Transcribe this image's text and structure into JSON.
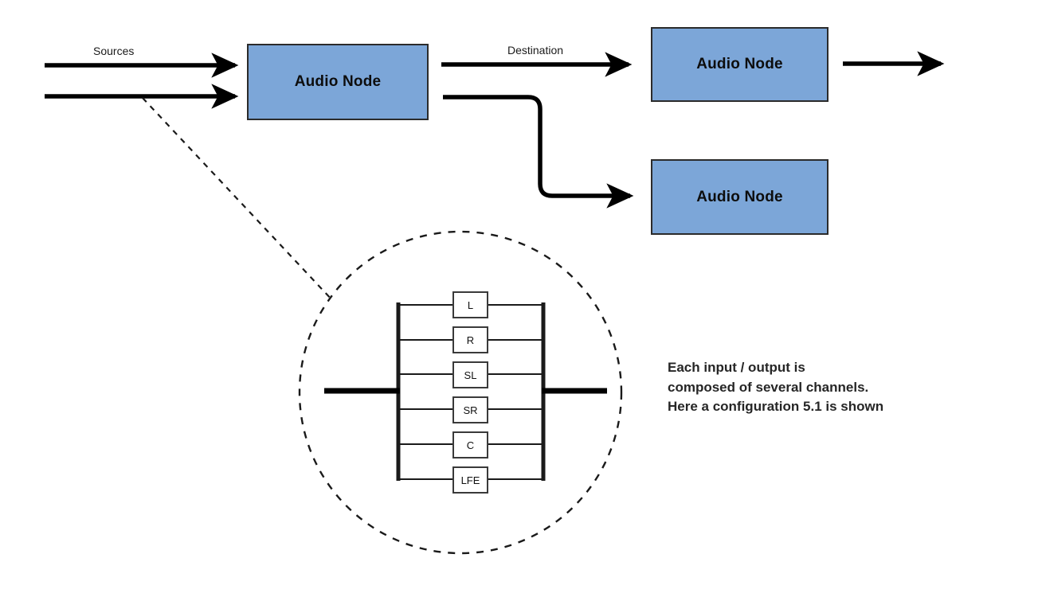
{
  "diagram": {
    "title": "Audio node routing with 5.1 channel detail",
    "colors": {
      "node_fill": "#7CA6D8",
      "node_stroke": "#2b2b2b",
      "line": "#000000",
      "text": "#262626"
    },
    "nodes": [
      {
        "id": "node-main",
        "label": "Audio Node"
      },
      {
        "id": "node-top-right",
        "label": "Audio Node"
      },
      {
        "id": "node-bottom-right",
        "label": "Audio Node"
      }
    ],
    "flow_labels": [
      {
        "id": "sources-label",
        "text": "Sources"
      },
      {
        "id": "destination-label",
        "text": "Destination"
      }
    ],
    "note": {
      "line1": "Each input / output is",
      "line2": "composed of several channels.",
      "line3": "Here a configuration 5.1 is shown",
      "full": "Each input / output is\ncomposed of several channels.\nHere a configuration 5.1 is shown"
    },
    "channel_detail": {
      "configuration": "5.1",
      "channels": [
        {
          "code": "L"
        },
        {
          "code": "R"
        },
        {
          "code": "SL"
        },
        {
          "code": "SR"
        },
        {
          "code": "C"
        },
        {
          "code": "LFE"
        }
      ]
    },
    "connectors": [
      {
        "id": "source-arrow-top",
        "kind": "arrow-right"
      },
      {
        "id": "source-arrow-bottom",
        "kind": "arrow-right"
      },
      {
        "id": "destination-arrow",
        "kind": "arrow-right"
      },
      {
        "id": "branch-elbow-arrow",
        "kind": "elbow-arrow-down-right"
      },
      {
        "id": "output-arrow",
        "kind": "arrow-right"
      },
      {
        "id": "callout-line",
        "kind": "dashed-line"
      },
      {
        "id": "callout-circle",
        "kind": "dashed-circle"
      }
    ]
  }
}
